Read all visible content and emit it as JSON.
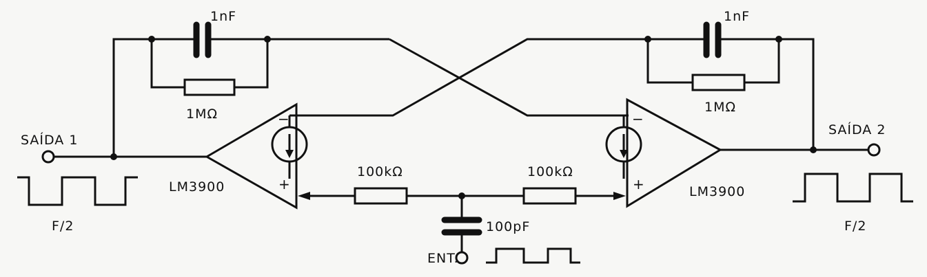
{
  "diagram": {
    "output_left": "SAÍDA 1",
    "output_right": "SAÍDA 2",
    "freq_left": "F/2",
    "freq_right": "F/2",
    "opamp_left": "LM3900",
    "opamp_right": "LM3900",
    "cap_left": "1nF",
    "cap_right": "1nF",
    "res_feedback_left": "1MΩ",
    "res_feedback_right": "1MΩ",
    "res_input_left": "100kΩ",
    "res_input_right": "100kΩ",
    "cap_input": "100pF",
    "input": "ENT.",
    "minus": "−",
    "plus": "+"
  }
}
